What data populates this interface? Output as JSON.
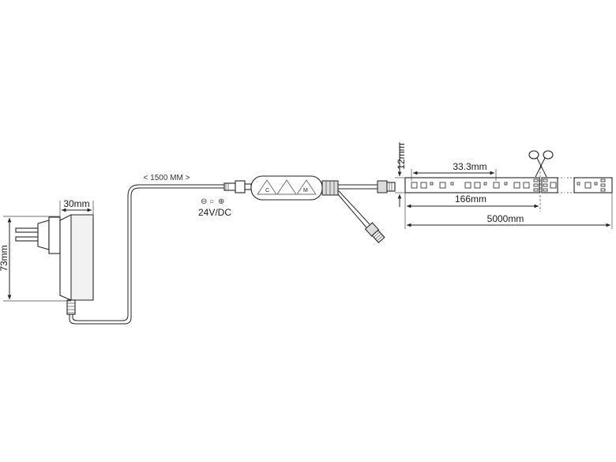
{
  "adapter": {
    "width_label": "30mm",
    "height_label": "73mm"
  },
  "cable": {
    "length_label": "< 1500 MM >"
  },
  "dc_jack": {
    "voltage_label": "24V/DC",
    "polarity_symbols": [
      "⊖",
      "○",
      "⊕"
    ]
  },
  "controller": {
    "buttons": [
      "C",
      "M"
    ]
  },
  "strip": {
    "height_label": "12mm",
    "led_pitch_label": "33.3mm",
    "cut_length_label": "166mm",
    "total_length_label": "5000mm",
    "cut_icon": "scissors-icon"
  }
}
